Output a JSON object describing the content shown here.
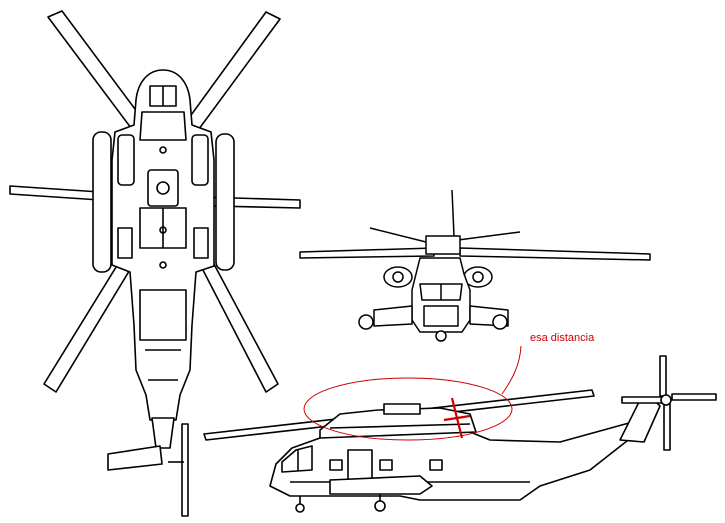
{
  "annotation": {
    "label": "esa distancia",
    "color": "#cc0000"
  },
  "style": {
    "line_color": "#000000",
    "background": "#ffffff"
  },
  "views": [
    "top-view",
    "front-view",
    "side-view"
  ]
}
